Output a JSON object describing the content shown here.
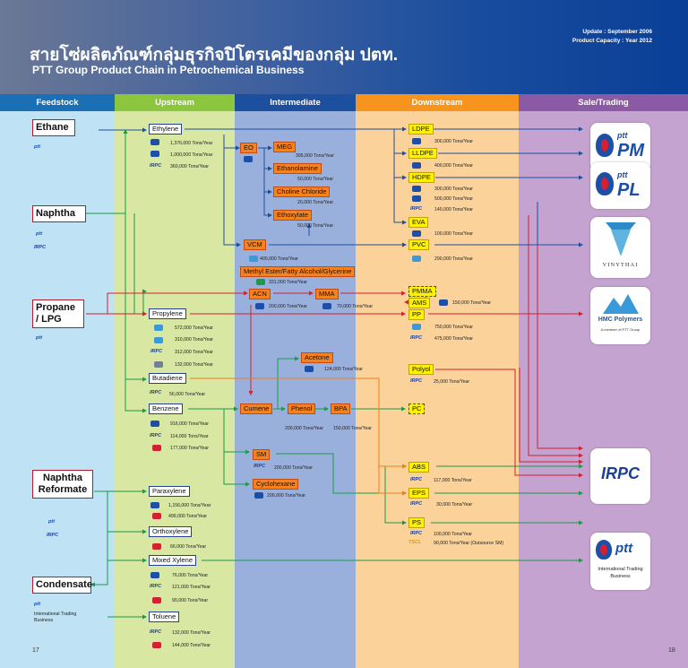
{
  "header": {
    "title_th": "สายโซ่ผลิตภัณฑ์กลุ่มธุรกิจปิโตรเคมีของกลุ่ม ปตท.",
    "title_en": "PTT Group Product Chain in Petrochemical Business",
    "update": "Update : September 2006",
    "capacity": "Product Capacity : Year 2012"
  },
  "columns": {
    "feedstock": "Feedstock",
    "upstream": "Upstream",
    "intermediate": "Intermediate",
    "downstream": "Downstream",
    "sale": "Sale/Trading"
  },
  "colors": {
    "feedstock_bg": "#bfe3f5",
    "upstream_bg": "#d8e7a1",
    "intermediate_bg": "#9ab0dc",
    "downstream_bg": "#fbd29a",
    "sale_bg": "#c5a3d1",
    "feedstock_head": "#1b6fb5",
    "upstream_head": "#8cc63f",
    "intermediate_head": "#1d4f9f",
    "downstream_head": "#f7941d",
    "sale_head": "#8a5aa4"
  },
  "feedstock": {
    "ethane": "Ethane",
    "naphtha": "Naphtha",
    "propane": "Propane / LPG",
    "reformate": "Naphtha Reformate",
    "condensate": "Condensate",
    "condensate_note": "International Trading Business"
  },
  "upstream": {
    "ethylene": "Ethylene",
    "ethylene_caps": [
      "1,376,000 Tons/Year",
      "1,000,000 Tons/Year",
      "360,000 Tons/Year"
    ],
    "propylene": "Propylene",
    "propylene_caps": [
      "572,000 Tons/Year",
      "310,000 Tons/Year",
      "312,000 Tons/Year",
      "132,000 Tons/Year"
    ],
    "butadiene": "Butadiene",
    "butadiene_cap": "56,000 Tons/Year",
    "benzene": "Benzene",
    "benzene_caps": [
      "916,000 Tons/Year",
      "114,000 Tons/Year",
      "177,000 Tons/Year"
    ],
    "paraxylene": "Paraxylene",
    "paraxylene_caps": [
      "1,156,000 Tons/Year",
      "499,000 Tons/Year"
    ],
    "orthoxylene": "Orthoxylene",
    "orthoxylene_cap": "66,000 Tons/Year",
    "mixed_xylene": "Mixed Xylene",
    "mixed_xylene_caps": [
      "76,000 Tons/Year",
      "121,000 Tons/Year",
      "90,000 Tons/Year"
    ],
    "toluene": "Toluene",
    "toluene_caps": [
      "132,000 Tons/Year",
      "144,000 Tons/Year"
    ]
  },
  "intermediate": {
    "eo": "EO",
    "meg": "MEG",
    "meg_cap": "395,000 Tons/Year",
    "ethanolamine": "Ethanolamine",
    "ethanolamine_cap": "50,000 Tons/Year",
    "choline": "Choline Chloride",
    "choline_cap": "20,000 Tons/Year",
    "ethoxylate": "Ethoxylate",
    "ethoxylate_cap": "50,000 Tons/Year",
    "vcm": "VCM",
    "vcm_cap": "400,000 Tons/Year",
    "methyl_ester": "Methyl Ester/Fatty Alcohol/Glycerine",
    "methyl_ester_cap": "331,000 Tons/Year",
    "acn": "ACN",
    "acn_cap": "200,000 Tons/Year",
    "mma": "MMA",
    "mma_cap": "70,000 Tons/Year",
    "acetone": "Acetone",
    "acetone_cap": "124,000 Tons/Year",
    "cumene": "Cumene",
    "phenol": "Phenol",
    "phenol_cap": "200,000 Tons/Year",
    "bpa": "BPA",
    "bpa_cap": "150,000 Tons/Year",
    "sm": "SM",
    "sm_cap": "200,000 Tons/Year",
    "cyclohexane": "Cyclohexane",
    "cyclohexane_cap": "200,000 Tons/Year"
  },
  "downstream": {
    "ldpe": "LDPE",
    "ldpe_cap": "300,000 Tons/Year",
    "lldpe": "LLDPE",
    "lldpe_cap": "400,000 Tons/Year",
    "hdpe": "HDPE",
    "hdpe_caps": [
      "300,000 Tons/Year",
      "500,000 Tons/Year",
      "140,000 Tons/Year"
    ],
    "eva": "EVA",
    "eva_cap": "100,000 Tons/Year",
    "pvc": "PVC",
    "pvc_cap": "290,000 Tons/Year",
    "pmma": "PMMA",
    "ams": "AMS",
    "ams_cap": "150,000 Tons/Year",
    "pp": "PP",
    "pp_caps": [
      "750,000 Tons/Year",
      "475,000 Tons/Year"
    ],
    "polyol": "Polyol",
    "polyol_cap": "25,000 Tons/Year",
    "pc": "PC",
    "abs": "ABS",
    "abs_cap": "117,000 Tons/Year",
    "eps": "EPS",
    "eps_cap": "30,000 Tons/Year",
    "ps": "PS",
    "ps_caps": [
      "100,000 Tons/Year",
      "90,000 Tons/Year (Outsource SM)"
    ]
  },
  "logos": {
    "ptt": "ptt",
    "irpc": "IRPC",
    "tscl": "TSCL",
    "pm": "PM",
    "pl": "PL",
    "vinythai": "VINYTHAI",
    "hmc": "HMC Polymers",
    "hmc_sub": "A member of PTT Group",
    "ptt_trading": "International Trading Business"
  },
  "pages": {
    "left": "17",
    "right": "18"
  }
}
